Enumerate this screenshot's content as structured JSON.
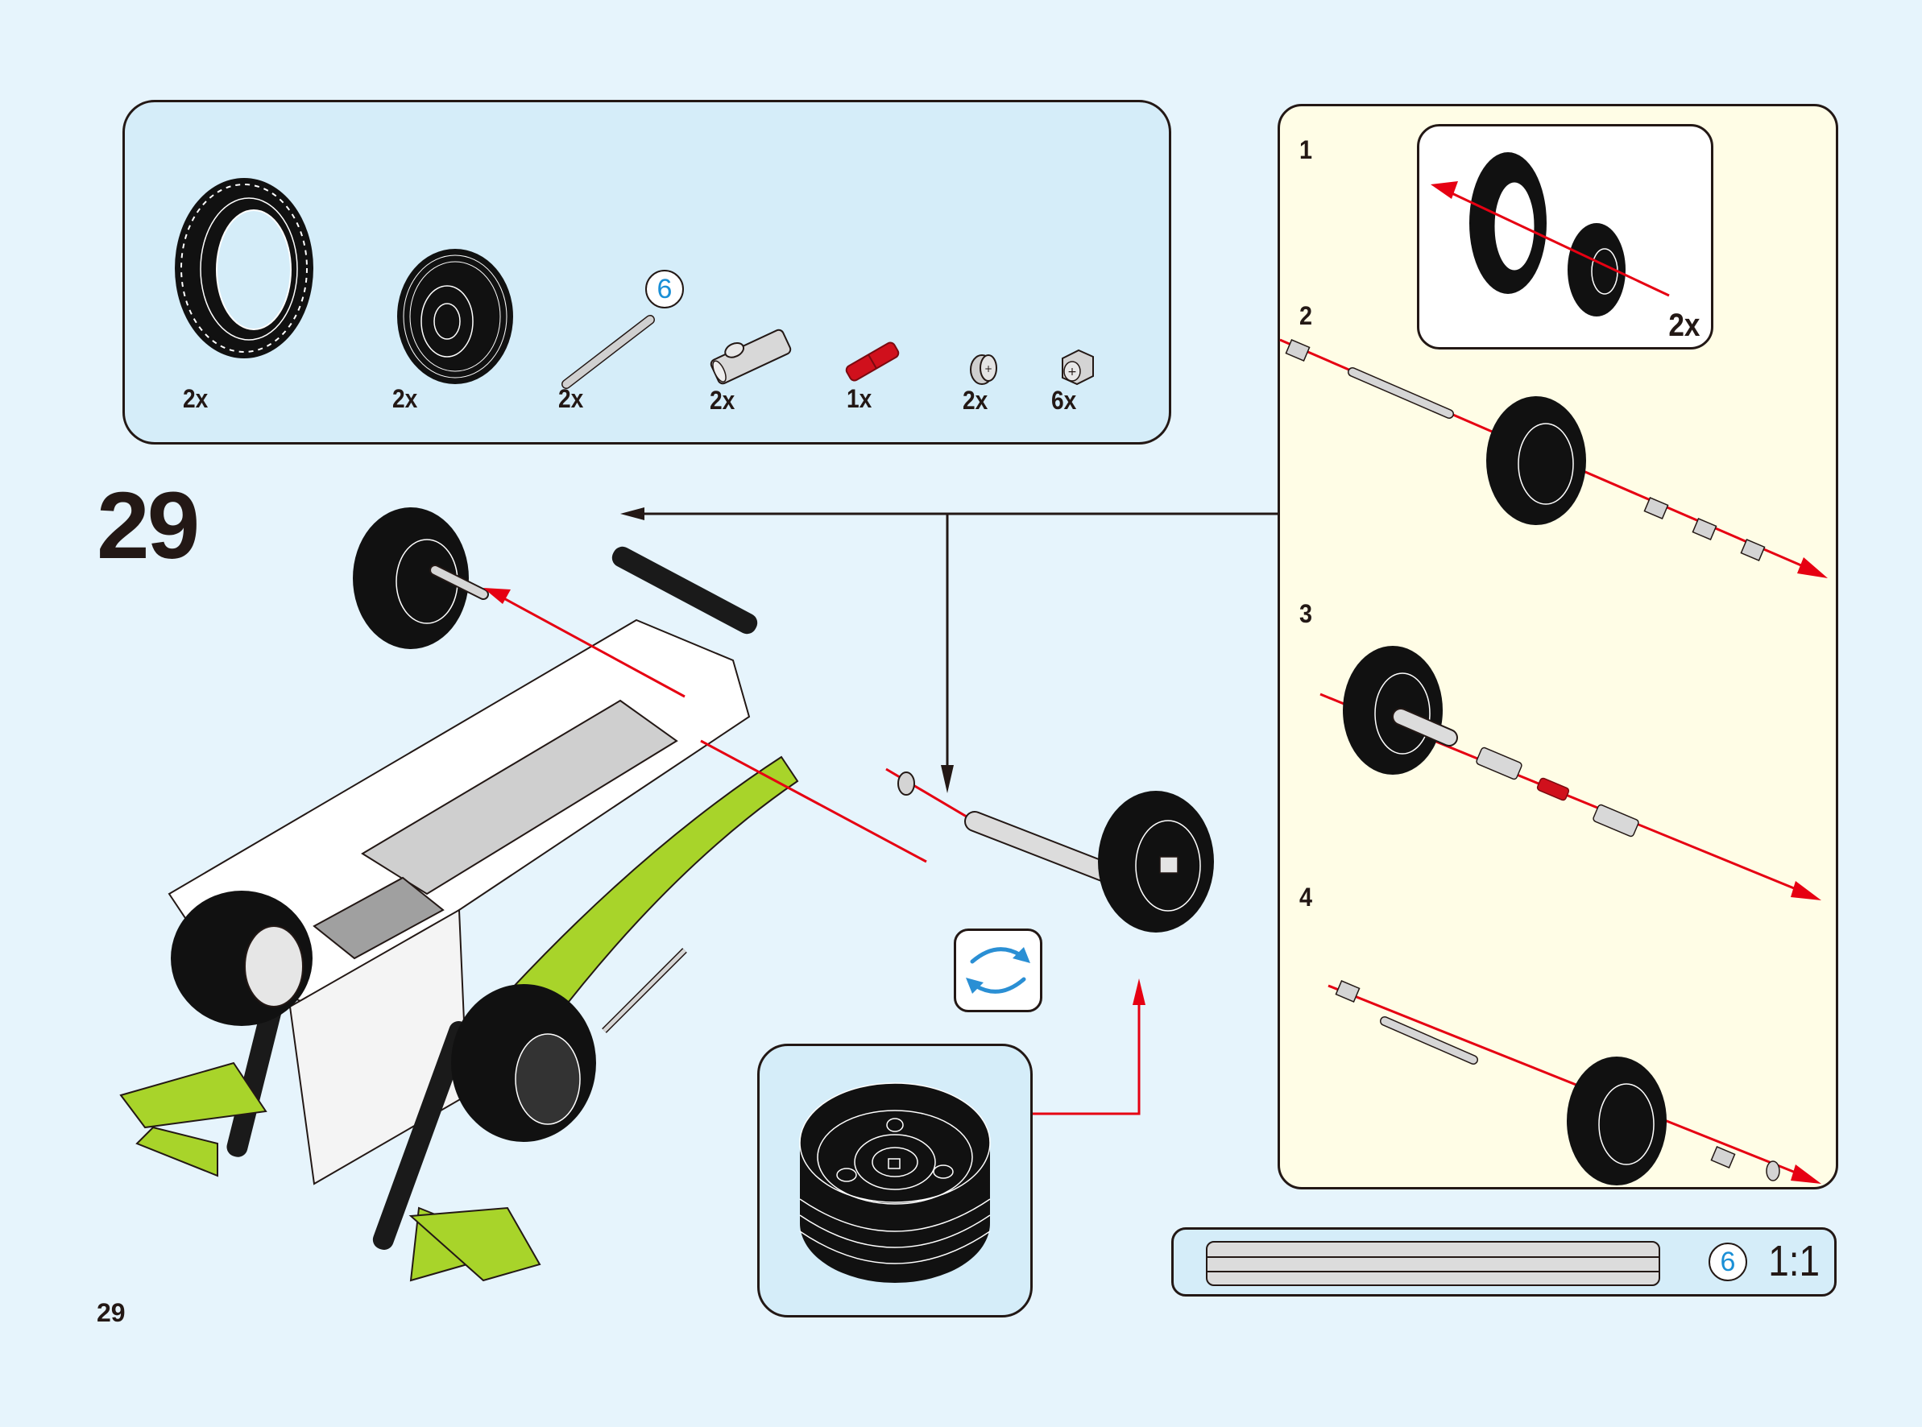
{
  "page": {
    "step_number": "29",
    "page_number": "29"
  },
  "parts_list": {
    "items": [
      {
        "name": "tire-large",
        "quantity": "2x"
      },
      {
        "name": "wheel-rim",
        "quantity": "2x"
      },
      {
        "name": "axle",
        "quantity": "2x",
        "length_badge": "6"
      },
      {
        "name": "pin-connector-perpendicular",
        "quantity": "2x"
      },
      {
        "name": "axle-pin-red",
        "quantity": "1x"
      },
      {
        "name": "bush-half",
        "quantity": "2x"
      },
      {
        "name": "bush",
        "quantity": "6x"
      }
    ]
  },
  "substeps": {
    "items": [
      {
        "label": "1",
        "multiplier": "2x"
      },
      {
        "label": "2"
      },
      {
        "label": "3"
      },
      {
        "label": "4"
      }
    ]
  },
  "rotate": {
    "icon": "rotate-icon"
  },
  "scale_reference": {
    "length_badge": "6",
    "ratio": "1:1"
  },
  "colors": {
    "background": "#e6f4fc",
    "panel_blue": "#d5edf9",
    "panel_yellow": "#fffde6",
    "arrow_red": "#e60012",
    "outline": "#231815",
    "lime": "#a8d42a",
    "badge_blue": "#1a8fd6"
  }
}
